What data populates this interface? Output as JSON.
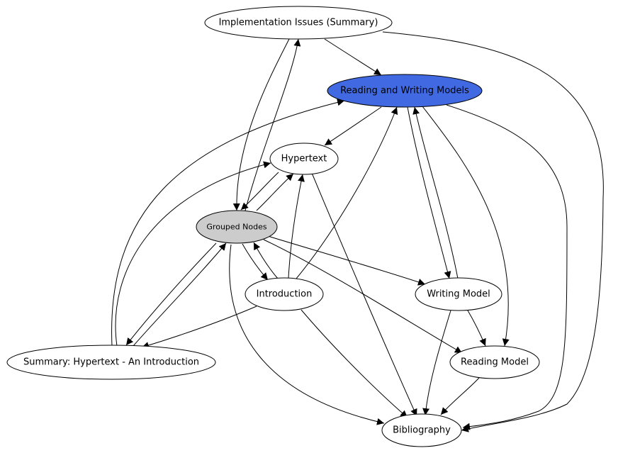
{
  "graph": {
    "colors": {
      "highlight_fill": "#4169e1",
      "grouped_fill": "#cccccc",
      "default_fill": "#ffffff",
      "stroke": "#000000"
    },
    "nodes": [
      {
        "id": "impl",
        "label": "Implementation Issues (Summary)",
        "style": "default"
      },
      {
        "id": "rwm",
        "label": "Reading and Writing Models",
        "style": "highlight"
      },
      {
        "id": "hypertext",
        "label": "Hypertext",
        "style": "default"
      },
      {
        "id": "grouped",
        "label": "Grouped Nodes",
        "style": "grouped"
      },
      {
        "id": "intro",
        "label": "Introduction",
        "style": "default"
      },
      {
        "id": "writing",
        "label": "Writing Model",
        "style": "default"
      },
      {
        "id": "summary",
        "label": "Summary: Hypertext - An Introduction",
        "style": "default"
      },
      {
        "id": "reading",
        "label": "Reading Model",
        "style": "default"
      },
      {
        "id": "biblio",
        "label": "Bibliography",
        "style": "default"
      }
    ],
    "edges": [
      {
        "from": "impl",
        "to": "rwm"
      },
      {
        "from": "impl",
        "to": "grouped"
      },
      {
        "from": "grouped",
        "to": "impl"
      },
      {
        "from": "impl",
        "to": "biblio"
      },
      {
        "from": "rwm",
        "to": "hypertext"
      },
      {
        "from": "rwm",
        "to": "writing"
      },
      {
        "from": "writing",
        "to": "rwm"
      },
      {
        "from": "rwm",
        "to": "reading"
      },
      {
        "from": "rwm",
        "to": "biblio"
      },
      {
        "from": "hypertext",
        "to": "grouped"
      },
      {
        "from": "grouped",
        "to": "hypertext"
      },
      {
        "from": "hypertext",
        "to": "biblio"
      },
      {
        "from": "grouped",
        "to": "intro"
      },
      {
        "from": "intro",
        "to": "grouped"
      },
      {
        "from": "grouped",
        "to": "writing"
      },
      {
        "from": "grouped",
        "to": "reading"
      },
      {
        "from": "grouped",
        "to": "summary"
      },
      {
        "from": "summary",
        "to": "grouped"
      },
      {
        "from": "grouped",
        "to": "biblio"
      },
      {
        "from": "intro",
        "to": "hypertext"
      },
      {
        "from": "intro",
        "to": "rwm"
      },
      {
        "from": "intro",
        "to": "summary"
      },
      {
        "from": "intro",
        "to": "biblio"
      },
      {
        "from": "summary",
        "to": "hypertext"
      },
      {
        "from": "summary",
        "to": "rwm"
      },
      {
        "from": "writing",
        "to": "reading"
      },
      {
        "from": "writing",
        "to": "biblio"
      },
      {
        "from": "reading",
        "to": "biblio"
      }
    ]
  }
}
